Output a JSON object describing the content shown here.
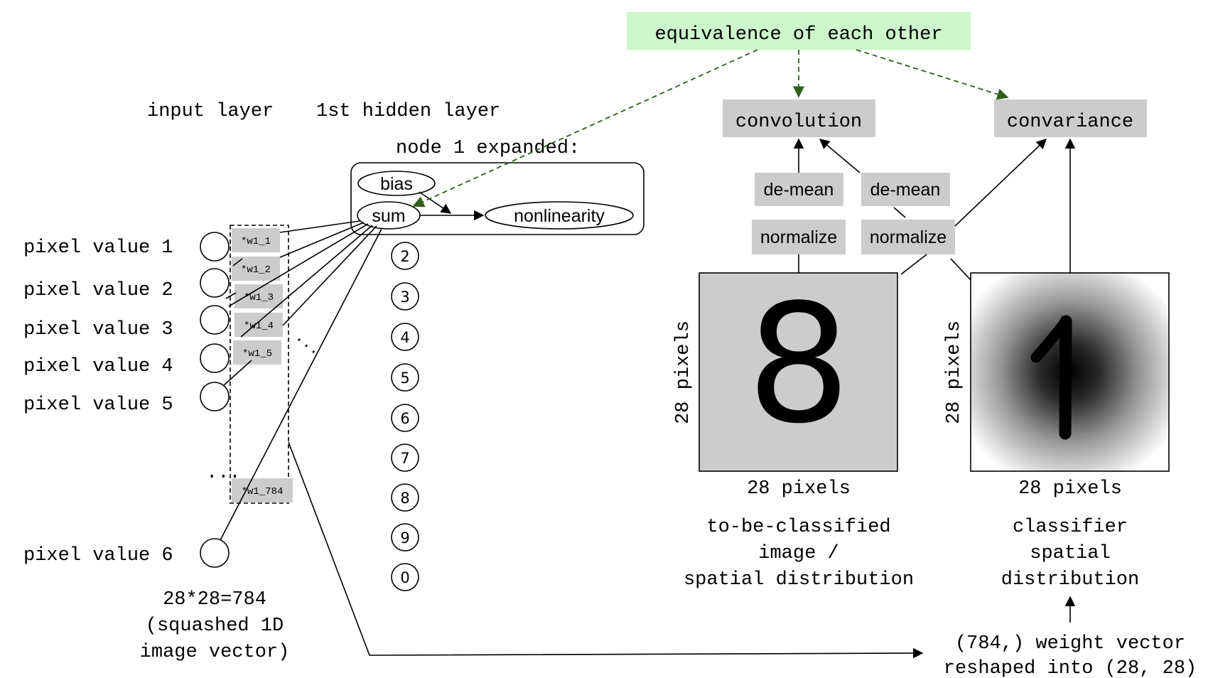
{
  "header": {
    "input_layer": "input layer",
    "hidden_layer": "1st hidden layer",
    "node_expanded": "node 1 expanded:",
    "equivalence": "equivalence of each other"
  },
  "node": {
    "bias": "bias",
    "sum": "sum",
    "nonlinearity": "nonlinearity"
  },
  "pixels": [
    "pixel value 1",
    "pixel value 2",
    "pixel value 3",
    "pixel value 4",
    "pixel value 5",
    "pixel value 6"
  ],
  "weights": [
    "*w1_1",
    "*w1_2",
    "*w1_3",
    "*w1_4",
    "*w1_5",
    "*w1_784"
  ],
  "ellipsis": "...",
  "hidden_nodes": [
    "2",
    "3",
    "4",
    "5",
    "6",
    "7",
    "8",
    "9",
    "0"
  ],
  "vector_caption": [
    "28*28=784",
    "(squashed 1D",
    "image vector)"
  ],
  "ops": {
    "convolution": "convolution",
    "convariance": "convariance",
    "demean": "de-mean",
    "normalize": "normalize"
  },
  "images": {
    "left_digit": "8",
    "right_digit": "1",
    "side_label": "28 pixels",
    "bottom_label": "28 pixels",
    "left_caption": [
      "to-be-classified",
      "image /",
      "spatial distribution"
    ],
    "right_caption": [
      "classifier",
      "spatial",
      "distribution"
    ]
  },
  "weight_vector": [
    "(784,) weight vector",
    "reshaped into (28, 28)"
  ],
  "colors": {
    "gray_box": "#cccccc",
    "green_box": "#ccf7cc",
    "green_arrow": "#2f5f1a"
  }
}
